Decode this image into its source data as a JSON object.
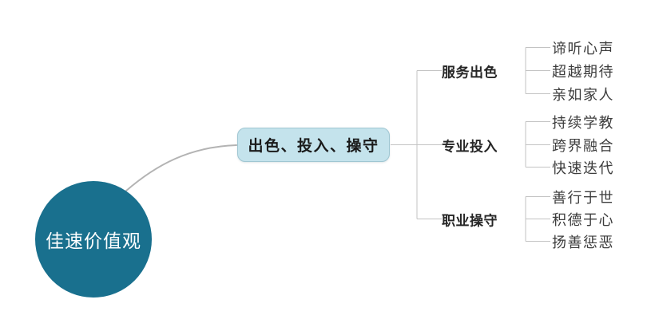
{
  "root": {
    "label": "佳速价值观"
  },
  "center": {
    "label": "出色、投入、操守"
  },
  "branches": [
    {
      "label": "服务出色",
      "children": [
        "谛听心声",
        "超越期待",
        "亲如家人"
      ]
    },
    {
      "label": "专业投入",
      "children": [
        "持续学教",
        "跨界融合",
        "快速迭代"
      ]
    },
    {
      "label": "职业操守",
      "children": [
        "善行于世",
        "积德于心",
        "扬善惩恶"
      ]
    }
  ],
  "colors": {
    "root_fill": "#19708e",
    "root_text": "#ffffff",
    "center_fill": "#c4e3ec",
    "center_border": "#9fc6d2",
    "center_text": "#1a1a1a",
    "branch_text": "#262626",
    "leaf_text": "#3d3d3d",
    "connector": "#c3c3c3",
    "curve": "#b3b3b3",
    "background": "#ffffff"
  }
}
